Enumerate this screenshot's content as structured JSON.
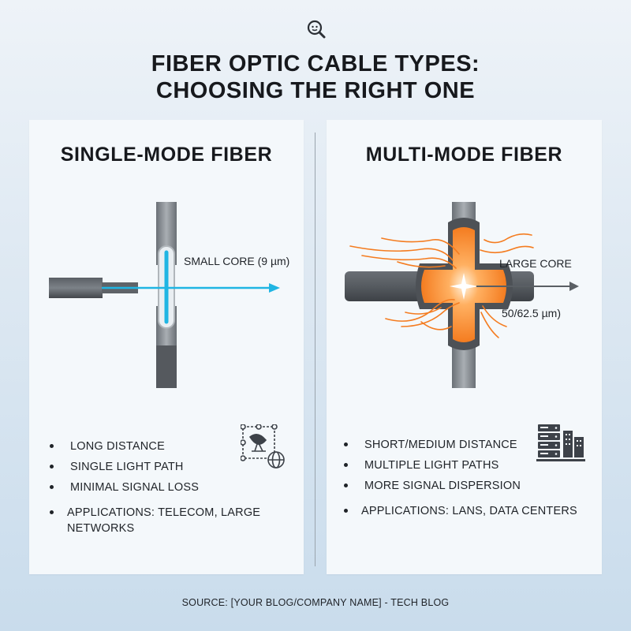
{
  "header": {
    "title_line1": "FIBER OPTIC CABLE TYPES:",
    "title_line2": "CHOOSING THE RIGHT ONE"
  },
  "single_mode": {
    "title": "SINGLE-MODE FIBER",
    "core_label": "SMALL CORE (9 µm)",
    "bullets": [
      "LONG DISTANCE",
      "SINGLE LIGHT PATH",
      "MINIMAL SIGNAL LOSS"
    ],
    "applications": "APPLICATIONS: TELECOM, LARGE NETWORKS",
    "icon": "satellite-dish-network-icon",
    "light_color": "#1fb5e3"
  },
  "multi_mode": {
    "title": "MULTI-MODE FIBER",
    "core_label_line1": "LARGE CORE",
    "core_label_line2": "50/62.5 µm)",
    "bullets": [
      "SHORT/MEDIUM DISTANCE",
      "MULTIPLE LIGHT PATHS",
      "MORE SIGNAL DISPERSION"
    ],
    "applications": "APPLICATIONS: LANS, DATA CENTERS",
    "icon": "data-center-servers-icon",
    "light_color": "#f47c20"
  },
  "colors": {
    "cable_dark": "#4d5156",
    "cable_light": "#8e949a",
    "text_dark": "#17191d"
  },
  "footer": {
    "source": "SOURCE: [YOUR BLOG/COMPANY NAME] - TECH BLOG"
  }
}
